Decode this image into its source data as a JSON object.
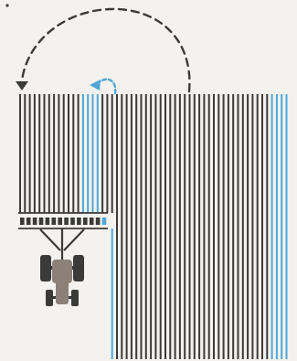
{
  "colors": {
    "background": "#f4f2ee",
    "row": "#3a3a3a",
    "guidance_row": "#4fa7d8",
    "headland_arrow": "#3a3a3a",
    "skip_arrow": "#4fa7d8",
    "tractor_body": "#8c8177",
    "tractor_tire": "#3a3a3a",
    "hitch": "#3a3a3a"
  },
  "icons": {
    "headland_turn": "dashed-arc-arrow-icon",
    "skip_turn": "small-dashed-loop-arrow-icon",
    "vehicle": "tractor-icon",
    "implement": "planter-bar-icon"
  },
  "field": {
    "left_block_rows": 20,
    "right_block_rows": 36,
    "guidance_rows_left_block": [
      14,
      15,
      16,
      17
    ],
    "guidance_rows_right_block": [
      33,
      34,
      35,
      36
    ]
  },
  "implement": {
    "units_dark": 13,
    "units_blue": 1
  }
}
